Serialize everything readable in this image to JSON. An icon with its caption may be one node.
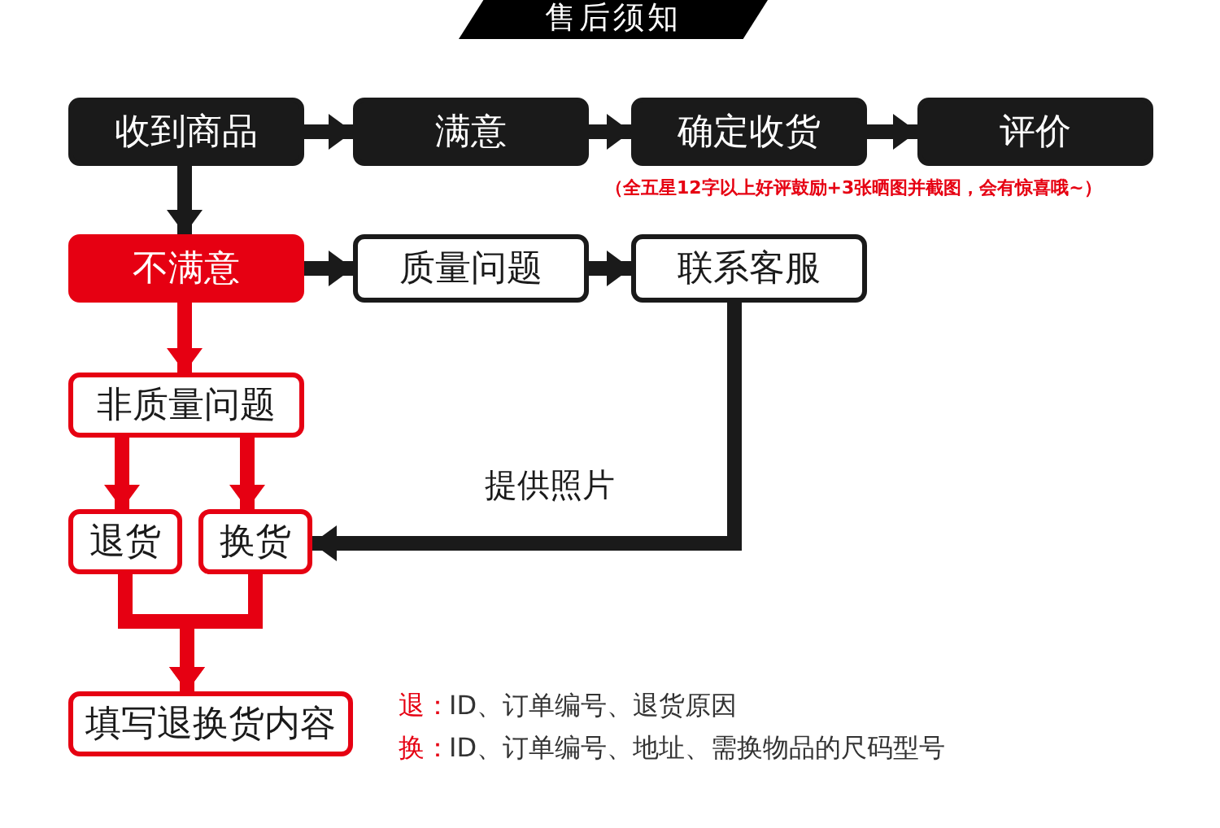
{
  "diagram": {
    "title": "售后须知",
    "nodes": [
      {
        "text": [
          "收到商品"
        ]
      },
      {
        "text": [
          "满意"
        ]
      },
      {
        "text": [
          "确定收货"
        ]
      },
      {
        "text": [
          "评价"
        ]
      },
      {
        "text": [
          "不满意"
        ]
      },
      {
        "text": [
          "质量问题"
        ]
      },
      {
        "text": [
          "联系客服"
        ]
      },
      {
        "text": [
          "非质量问题"
        ]
      },
      {
        "text": [
          "退货"
        ]
      },
      {
        "text": [
          "换货"
        ]
      },
      {
        "text": [
          "填写退换货内容"
        ]
      }
    ],
    "edges": [
      {
        "from": 0,
        "to": 1,
        "arrow": "to"
      },
      {
        "from": 1,
        "to": 2,
        "arrow": "to"
      },
      {
        "from": 2,
        "to": 3,
        "arrow": "to"
      },
      {
        "from": 0,
        "to": 4,
        "arrow": "to"
      },
      {
        "from": 4,
        "to": 5,
        "arrow": "to"
      },
      {
        "from": 5,
        "to": 6,
        "arrow": "to"
      },
      {
        "from": 4,
        "to": 7,
        "arrow": "to",
        "color": "#e60012"
      },
      {
        "from": 7,
        "to": 8,
        "arrow": "to",
        "color": "#e60012"
      },
      {
        "from": 7,
        "to": 9,
        "arrow": "to",
        "color": "#e60012"
      },
      {
        "from": 6,
        "to": 9,
        "arrow": "to",
        "label": "提供照片"
      },
      {
        "from": 8,
        "to": 10,
        "arrow": "to",
        "color": "#e60012"
      },
      {
        "from": 9,
        "to": 10,
        "arrow": "to",
        "color": "#e60012"
      }
    ],
    "labels": [
      "（全五星12字以上好评鼓励+3张晒图并截图，会有惊喜哦~）",
      "退：",
      "ID、订单编号、退货原因",
      "换：",
      "ID、订单编号、地址、需换物品的尺码型号"
    ]
  }
}
